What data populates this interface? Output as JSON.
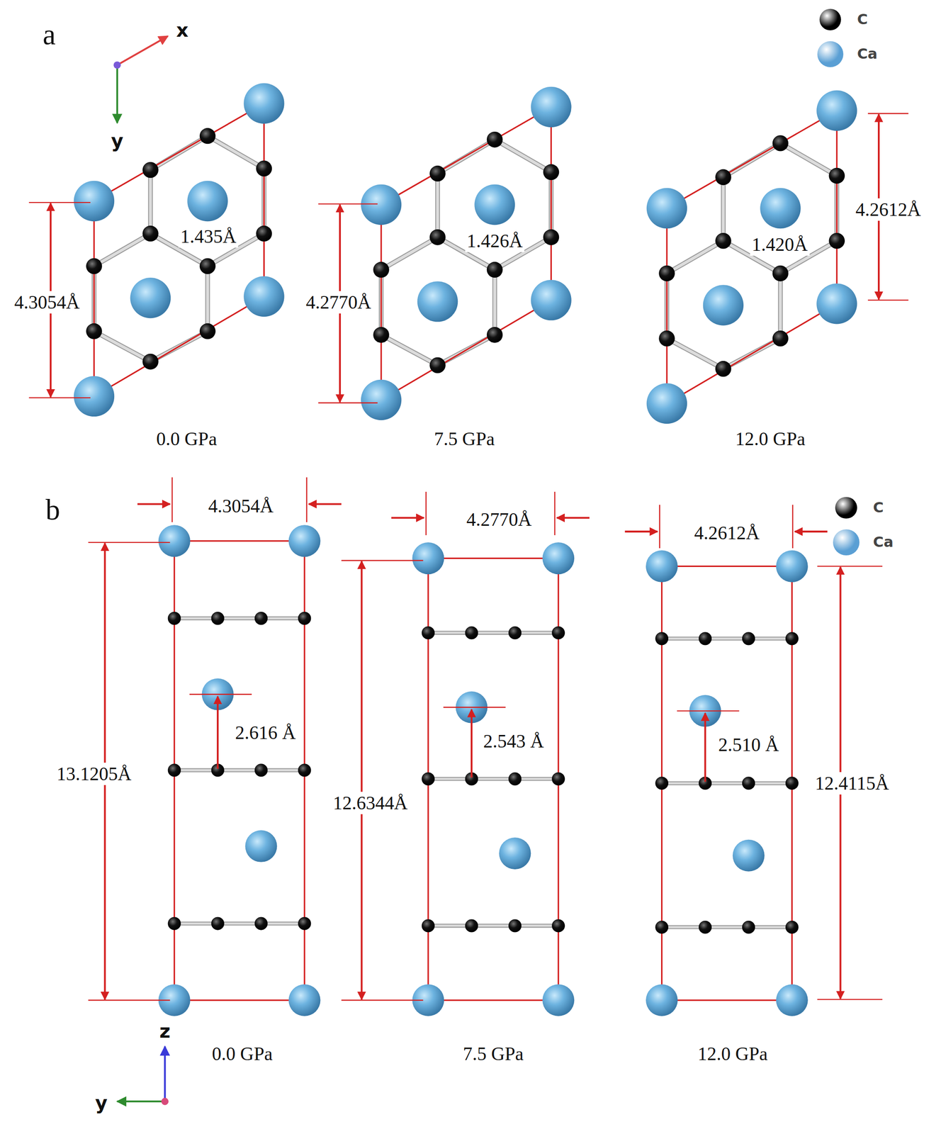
{
  "diagram": {
    "labels": [
      "a",
      "x",
      "y",
      "4.3054Å",
      "1.435Å",
      "0.0 GPa",
      "4.2770Å",
      "1.426Å",
      "7.5 GPa",
      "4.2612Å",
      "1.420Å",
      "12.0 GPa",
      "b",
      "4.3054Å",
      "13.1205Å",
      "2.616 Å",
      "0.0 GPa",
      "4.2770Å",
      "12.6344Å",
      "2.543 Å",
      "7.5 GPa",
      "4.2612Å",
      "12.4115Å",
      "2.510 Å",
      "12.0 GPa",
      "z",
      "y"
    ],
    "legend": [
      {
        "text": "C",
        "color": "#000000"
      },
      {
        "text": "Ca",
        "color": "#5a9fd4"
      },
      {
        "text": "C",
        "color": "#000000"
      },
      {
        "text": "Ca",
        "color": "#5a9fd4"
      }
    ]
  }
}
